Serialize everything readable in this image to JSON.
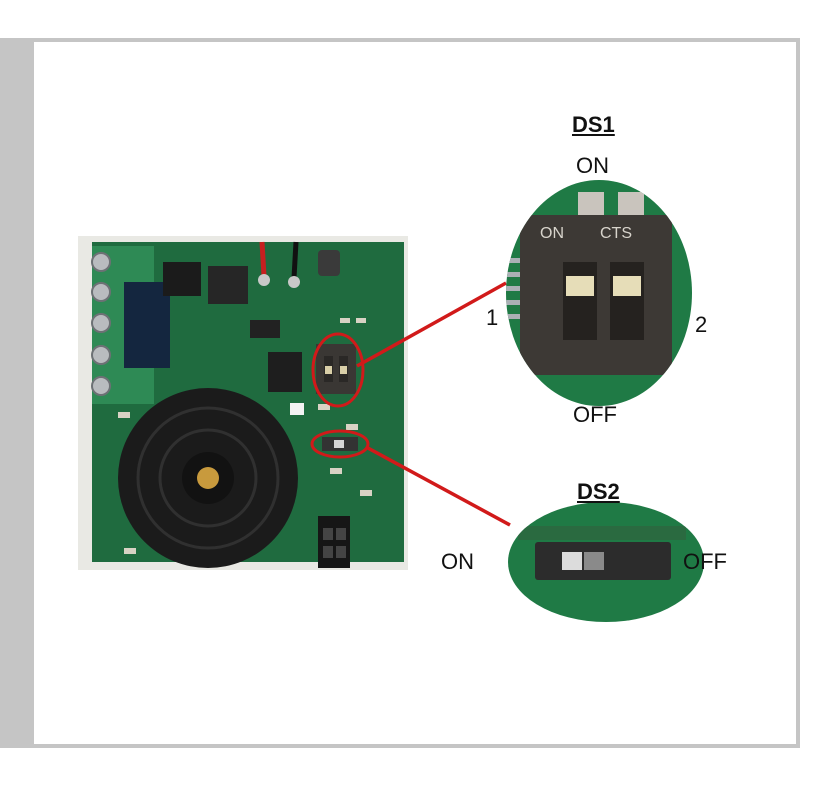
{
  "ds1": {
    "title": "DS1",
    "on": "ON",
    "off": "OFF",
    "pos1": "1",
    "pos2": "2"
  },
  "ds2": {
    "title": "DS2",
    "on": "ON",
    "off": "OFF"
  },
  "colors": {
    "pcb": "#1f6b3f",
    "callout": "#d11a1a",
    "frame": "#c5c5c5"
  }
}
